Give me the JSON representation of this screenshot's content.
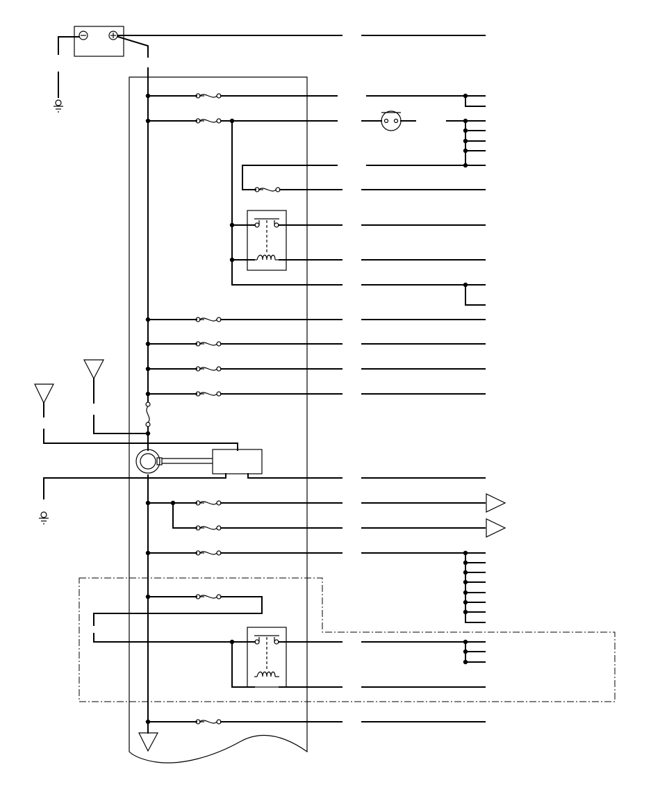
{
  "diagram": {
    "type": "wiring-schematic",
    "colors": {
      "line": "#000000",
      "background": "#ffffff"
    },
    "symbols": [
      "battery",
      "ground-symbol",
      "fuse",
      "relay",
      "lamp",
      "ignition-switch",
      "antenna-connector",
      "arrow-connector",
      "fuse-box-outline",
      "optional-equipment-outline"
    ]
  }
}
